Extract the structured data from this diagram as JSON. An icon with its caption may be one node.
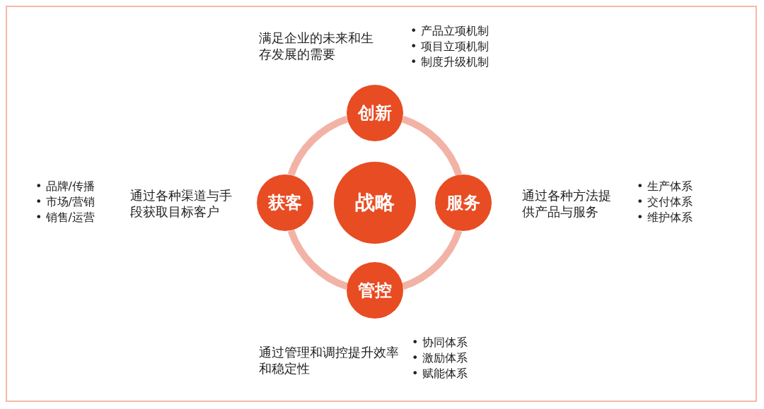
{
  "diagram": {
    "nodes": [
      {
        "text": [
          "创新"
        ],
        "beside": [
          "满足企业的未来和生存发展的需要",
          "• 产品立项机制",
          "• 项目立项机制",
          "• 制度升级机制"
        ]
      },
      {
        "text": [
          "获客"
        ],
        "beside": [
          "• 品牌/传播",
          "• 市场/营销",
          "• 销售/运营",
          "通过各种渠道与手段获取目标客户"
        ]
      },
      {
        "text": [
          "战略"
        ]
      },
      {
        "text": [
          "服务"
        ],
        "beside": [
          "通过各种方法提供产品与服务",
          "• 生产体系",
          "• 交付体系",
          "• 维护体系"
        ]
      },
      {
        "text": [
          "管控"
        ],
        "beside": [
          "通过管理和调控提升效率和稳定性",
          "• 协同体系",
          "• 激励体系",
          "• 赋能体系"
        ]
      }
    ],
    "edges": [
      {
        "from": 0,
        "to": 3,
        "arrow": "none"
      },
      {
        "from": 3,
        "to": 4,
        "arrow": "none"
      },
      {
        "from": 4,
        "to": 1,
        "arrow": "none"
      },
      {
        "from": 1,
        "to": 0,
        "arrow": "none"
      }
    ]
  }
}
